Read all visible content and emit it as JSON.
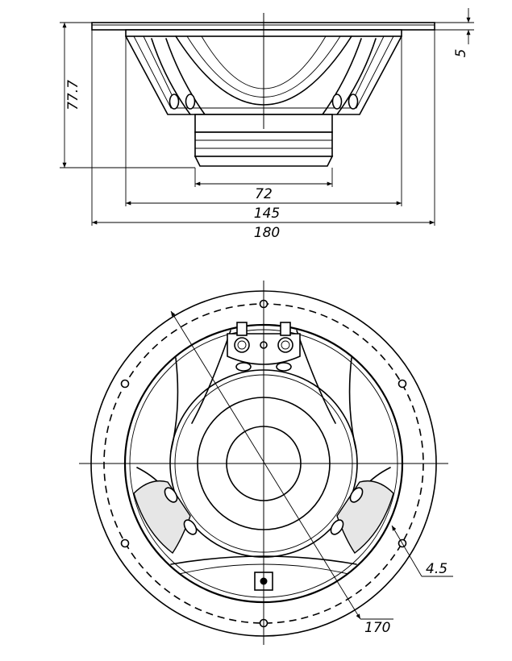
{
  "figure": {
    "side_view": {
      "dimensions": {
        "height": "77.7",
        "flange_thickness": "5",
        "magnet_diameter": "72",
        "basket_width": "145",
        "overall_width": "180"
      }
    },
    "front_view": {
      "dimensions": {
        "mounting_hole": "4.5",
        "bolt_circle": "170"
      }
    }
  }
}
